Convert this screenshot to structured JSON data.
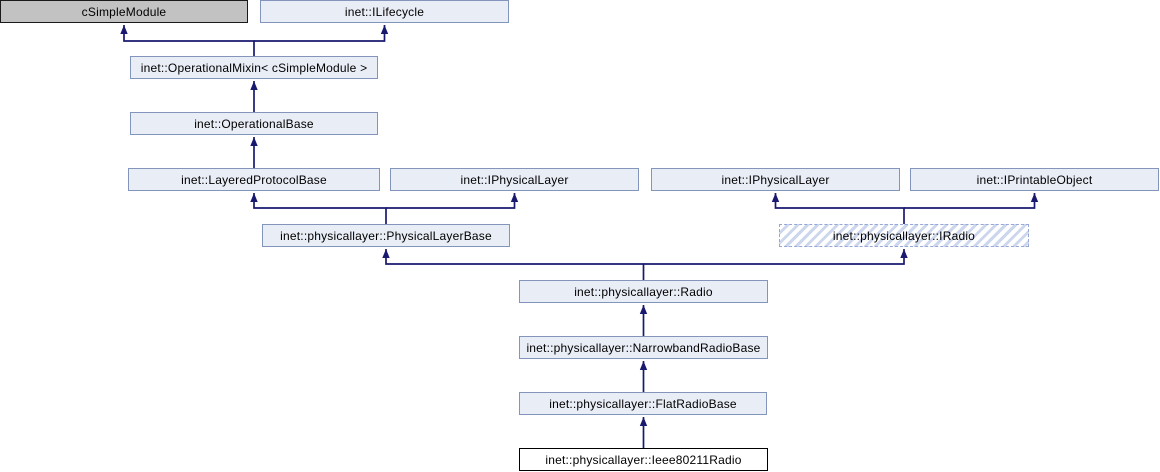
{
  "diagram": {
    "type": "class-inheritance-diagram",
    "colors": {
      "edge": "#191970",
      "class_fill": "#e9edf6",
      "class_border": "#8394bd",
      "external_fill": "#c2c2c2",
      "current_fill": "#ffffff",
      "hatch_stripe": "#ccd6ec",
      "hatch_border": "#96a7d7",
      "text": "#000000"
    },
    "nodes": [
      {
        "id": "csimplemodule",
        "label": "cSimpleModule",
        "style": "external"
      },
      {
        "id": "ilifecycle",
        "label": "inet::ILifecycle",
        "style": "class"
      },
      {
        "id": "operationalmixin",
        "label": "inet::OperationalMixin< cSimpleModule >",
        "style": "class"
      },
      {
        "id": "operationalbase",
        "label": "inet::OperationalBase",
        "style": "class"
      },
      {
        "id": "layeredprotocolbase",
        "label": "inet::LayeredProtocolBase",
        "style": "class"
      },
      {
        "id": "iphysicallayer-left",
        "label": "inet::IPhysicalLayer",
        "style": "class"
      },
      {
        "id": "iphysicallayer-right",
        "label": "inet::IPhysicalLayer",
        "style": "class"
      },
      {
        "id": "iprintableobject",
        "label": "inet::IPrintableObject",
        "style": "class"
      },
      {
        "id": "physicallayerbase",
        "label": "inet::physicallayer::PhysicalLayerBase",
        "style": "class"
      },
      {
        "id": "iradio",
        "label": "inet::physicallayer::IRadio",
        "style": "hatched"
      },
      {
        "id": "radio",
        "label": "inet::physicallayer::Radio",
        "style": "class"
      },
      {
        "id": "narrowbandradiobase",
        "label": "inet::physicallayer::NarrowbandRadioBase",
        "style": "class"
      },
      {
        "id": "flatradiobase",
        "label": "inet::physicallayer::FlatRadioBase",
        "style": "class"
      },
      {
        "id": "ieee80211radio",
        "label": "inet::physicallayer::Ieee80211Radio",
        "style": "current"
      }
    ],
    "edges": [
      {
        "from": "operationalmixin",
        "to": "csimplemodule"
      },
      {
        "from": "operationalmixin",
        "to": "ilifecycle"
      },
      {
        "from": "operationalbase",
        "to": "operationalmixin"
      },
      {
        "from": "layeredprotocolbase",
        "to": "operationalbase"
      },
      {
        "from": "physicallayerbase",
        "to": "layeredprotocolbase"
      },
      {
        "from": "physicallayerbase",
        "to": "iphysicallayer-left"
      },
      {
        "from": "iradio",
        "to": "iphysicallayer-right"
      },
      {
        "from": "iradio",
        "to": "iprintableobject"
      },
      {
        "from": "radio",
        "to": "physicallayerbase"
      },
      {
        "from": "radio",
        "to": "iradio"
      },
      {
        "from": "narrowbandradiobase",
        "to": "radio"
      },
      {
        "from": "flatradiobase",
        "to": "narrowbandradiobase"
      },
      {
        "from": "ieee80211radio",
        "to": "flatradiobase"
      }
    ]
  }
}
